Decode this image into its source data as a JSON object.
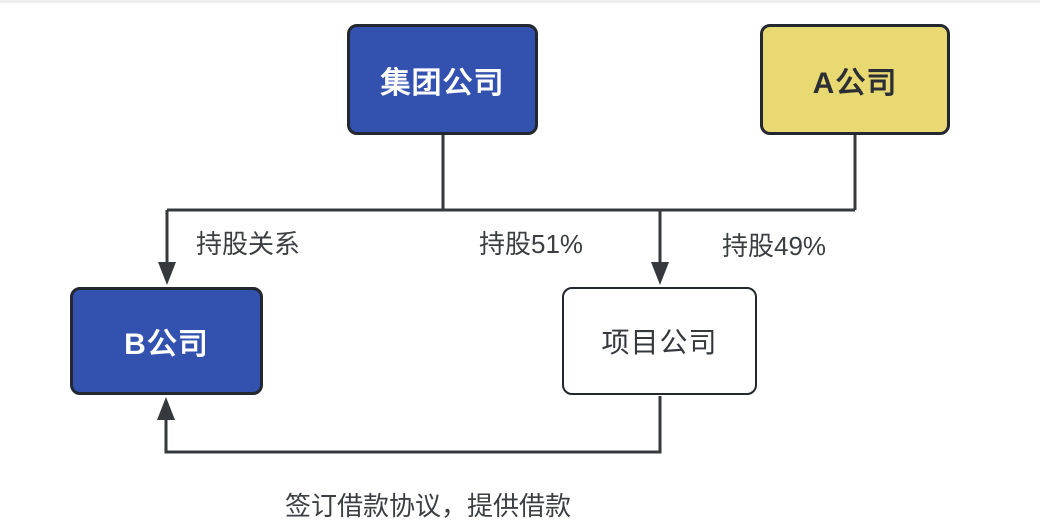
{
  "diagram": {
    "title": "equity-and-loan-structure-diagram",
    "nodes": {
      "group": {
        "label": "集团公司",
        "fill": "blue"
      },
      "company_a": {
        "label": "A公司",
        "fill": "yellow"
      },
      "company_b": {
        "label": "B公司",
        "fill": "blue"
      },
      "project": {
        "label": "项目公司",
        "fill": "white"
      }
    },
    "edge_labels": {
      "holding_relation": "持股关系",
      "holding_51": "持股51%",
      "holding_49": "持股49%",
      "loan_note": "签订借款协议，提供借款"
    },
    "edges": [
      {
        "from": "group",
        "to": "company_b",
        "label": "持股关系"
      },
      {
        "from": "group",
        "to": "project",
        "label": "持股51%"
      },
      {
        "from": "company_a",
        "to": "project",
        "label": "持股49%"
      },
      {
        "from": "project",
        "to": "company_b",
        "label": "签订借款协议，提供借款"
      }
    ],
    "colors": {
      "primary_blue": "#3351ae",
      "accent_yellow": "#e9d973",
      "node_border": "#23272f",
      "line": "#35383d",
      "text_dark": "#2b2e33",
      "text_gray": "#3b3e43",
      "text_light": "#ffffff"
    }
  }
}
